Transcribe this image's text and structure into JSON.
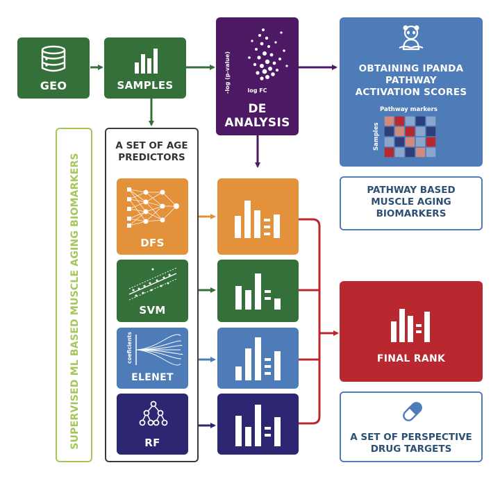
{
  "colors": {
    "green": "#35703b",
    "purple": "#4d1864",
    "blue": "#4e7cb9",
    "orange": "#e3913a",
    "red": "#b8282e",
    "navy": "#2d2672",
    "lime": "#a4c65a",
    "dark_text": "#2c4f73",
    "frame": "#3a3a3a"
  },
  "nodes": {
    "geo": "GEO",
    "samples": "SAMPLES",
    "de_analysis": {
      "line1": "DE",
      "line2": "ANALYSIS",
      "y_axis": "-log (p-value)",
      "x_axis": "log FC"
    },
    "ipanda": {
      "line1": "OBTAINING IPANDA",
      "line2": "PATHWAY",
      "line3": "ACTIVATION SCORES",
      "grid_x": "Pathway markers",
      "grid_y": "Samples"
    },
    "age_predictors": {
      "line1": "A SET OF AGE",
      "line2": "PREDICTORS"
    },
    "dfs": "DFS",
    "svm": "SVM",
    "elenet": {
      "label": "ELENET",
      "axis": "coeficients"
    },
    "rf": "RF",
    "pathway_biomarkers": {
      "line1": "PATHWAY BASED",
      "line2": "MUSCLE AGING",
      "line3": "BIOMARKERS"
    },
    "final_rank": "FINAL RANK",
    "drug_targets": {
      "line1": "A SET OF PERSPECTIVE",
      "line2": "DRUG TARGETS"
    },
    "side_banner": "SUPERVISED ML BASED MUSCLE AGING BIOMARKERS"
  }
}
